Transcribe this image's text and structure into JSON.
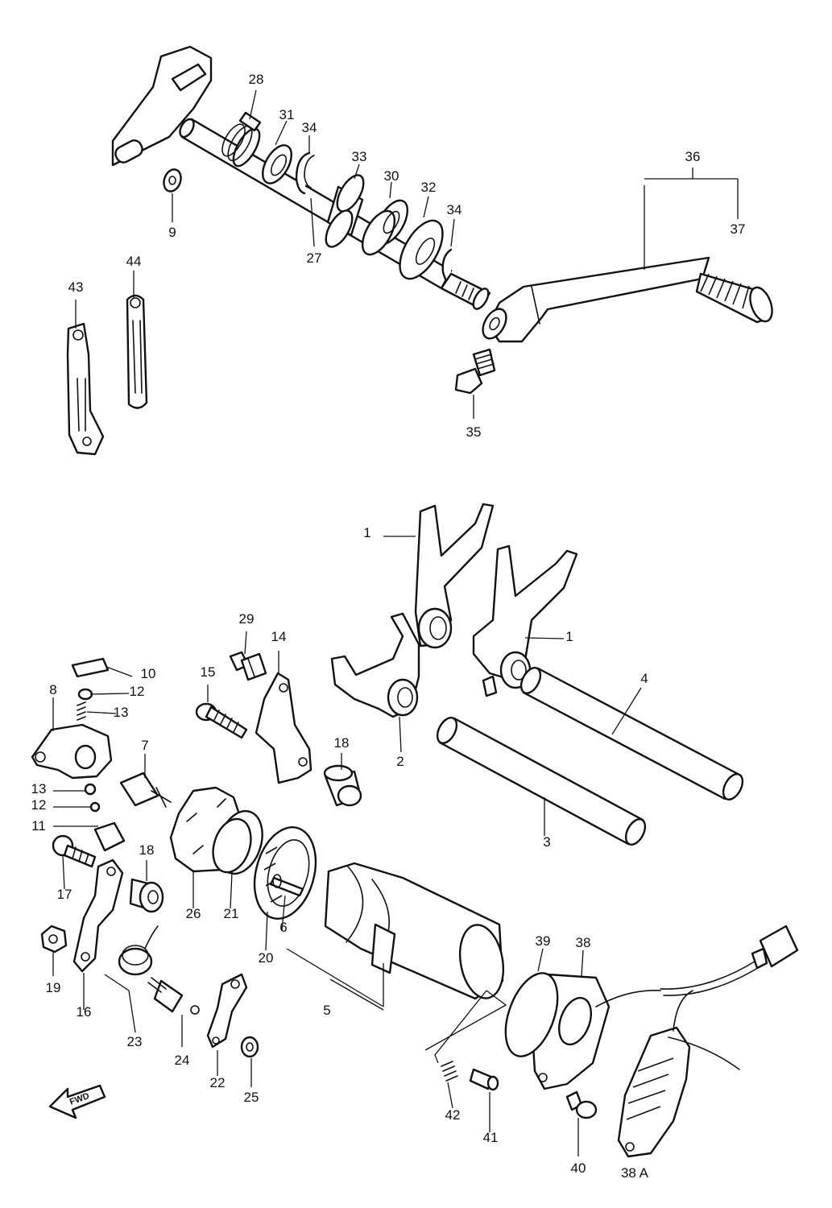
{
  "diagram": {
    "callouts": [
      "1",
      "1",
      "2",
      "3",
      "4",
      "5",
      "6",
      "7",
      "8",
      "9",
      "10",
      "11",
      "12",
      "12",
      "13",
      "13",
      "14",
      "15",
      "16",
      "17",
      "18",
      "18",
      "19",
      "20",
      "21",
      "22",
      "23",
      "24",
      "25",
      "26",
      "27",
      "28",
      "29",
      "30",
      "31",
      "32",
      "33",
      "34",
      "34",
      "35",
      "36",
      "37",
      "38",
      "38 A",
      "39",
      "40",
      "41",
      "42",
      "43",
      "44"
    ],
    "direction_marker": "FWD"
  }
}
